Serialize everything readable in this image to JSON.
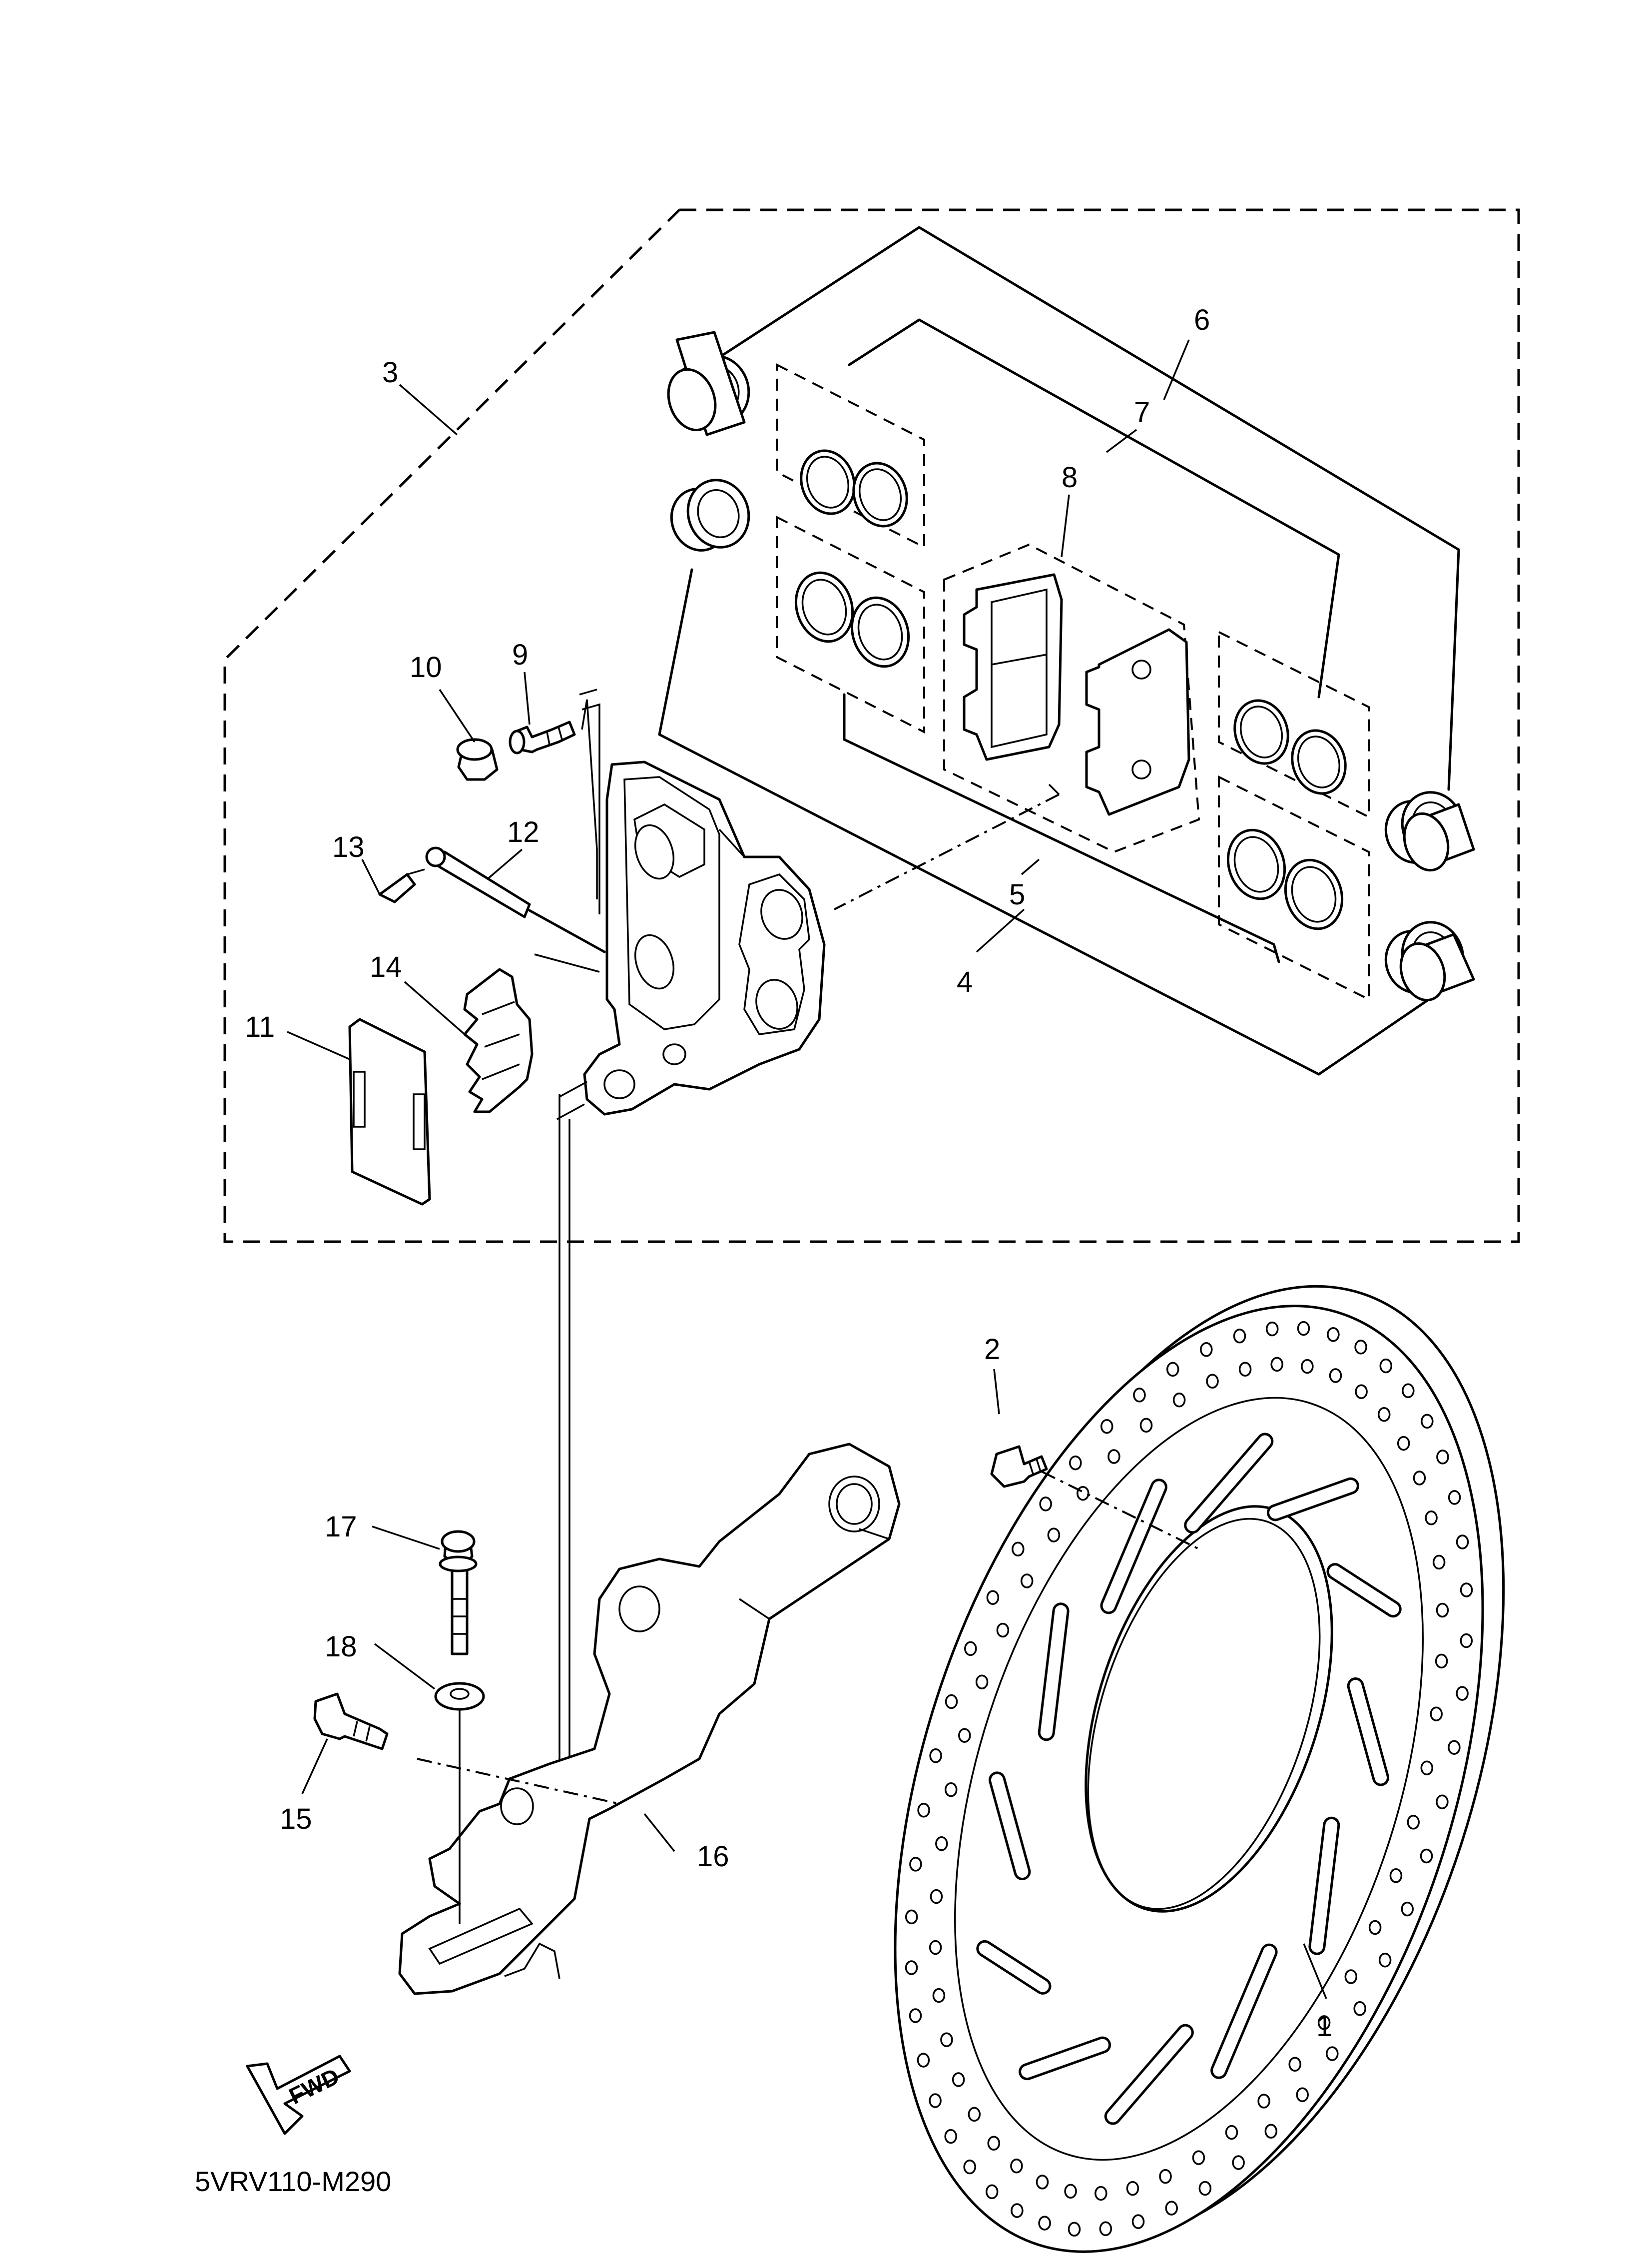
{
  "diagram_code": "5VRV110-M290",
  "fwd_arrow_label": "FWD",
  "callouts": [
    "1",
    "2",
    "3",
    "4",
    "5",
    "6",
    "7",
    "8",
    "9",
    "10",
    "11",
    "12",
    "13",
    "14",
    "15",
    "16",
    "17",
    "18"
  ],
  "parts": [
    {
      "ref": "1",
      "icon": "brake-disc-icon"
    },
    {
      "ref": "2",
      "icon": "disc-bolt-icon"
    },
    {
      "ref": "3",
      "icon": "caliper-assembly-icon"
    },
    {
      "ref": "4",
      "icon": "caliper-seal-kit-icon"
    },
    {
      "ref": "5",
      "icon": "brake-pad-kit-icon"
    },
    {
      "ref": "6",
      "icon": "piston-icon"
    },
    {
      "ref": "7",
      "icon": "piston-seal-icon"
    },
    {
      "ref": "8",
      "icon": "brake-pad-icon"
    },
    {
      "ref": "9",
      "icon": "bleed-screw-icon"
    },
    {
      "ref": "10",
      "icon": "bleed-cap-icon"
    },
    {
      "ref": "11",
      "icon": "pad-shim-icon"
    },
    {
      "ref": "12",
      "icon": "pad-pin-icon"
    },
    {
      "ref": "13",
      "icon": "clip-icon"
    },
    {
      "ref": "14",
      "icon": "pad-spring-icon"
    },
    {
      "ref": "15",
      "icon": "bolt-icon"
    },
    {
      "ref": "16",
      "icon": "caliper-bracket-icon"
    },
    {
      "ref": "17",
      "icon": "flange-bolt-icon"
    },
    {
      "ref": "18",
      "icon": "washer-icon"
    }
  ]
}
